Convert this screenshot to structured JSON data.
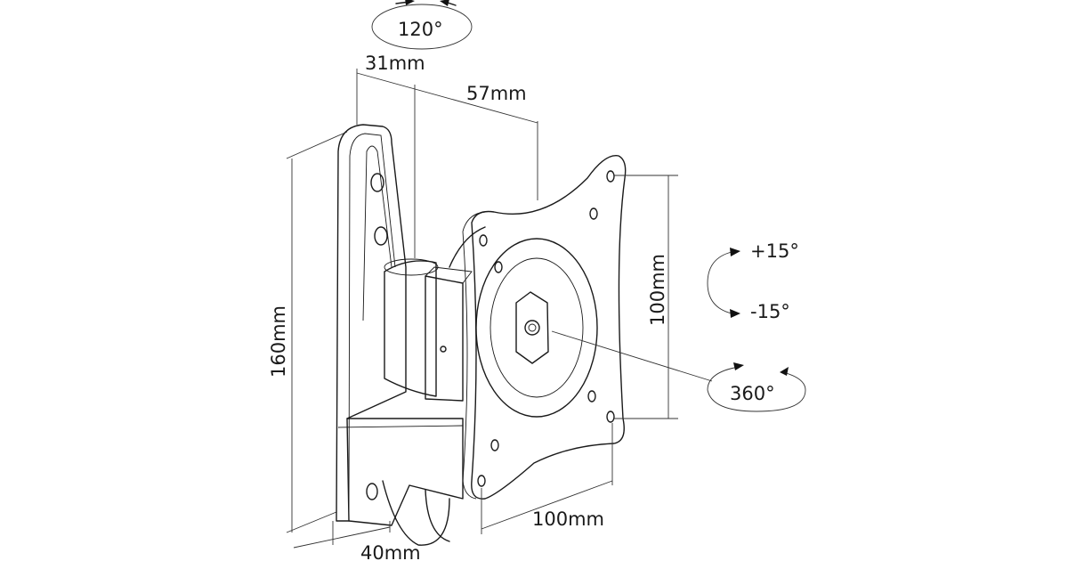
{
  "labels": {
    "swivel_angle": "120°",
    "depth_min": "31mm",
    "depth_max": "57mm",
    "wall_plate_height": "160mm",
    "vesa_vertical": "100mm",
    "tilt_up": "+15°",
    "tilt_down": "-15°",
    "rotation": "360°",
    "vesa_horizontal": "100mm",
    "wall_plate_width": "40mm"
  }
}
